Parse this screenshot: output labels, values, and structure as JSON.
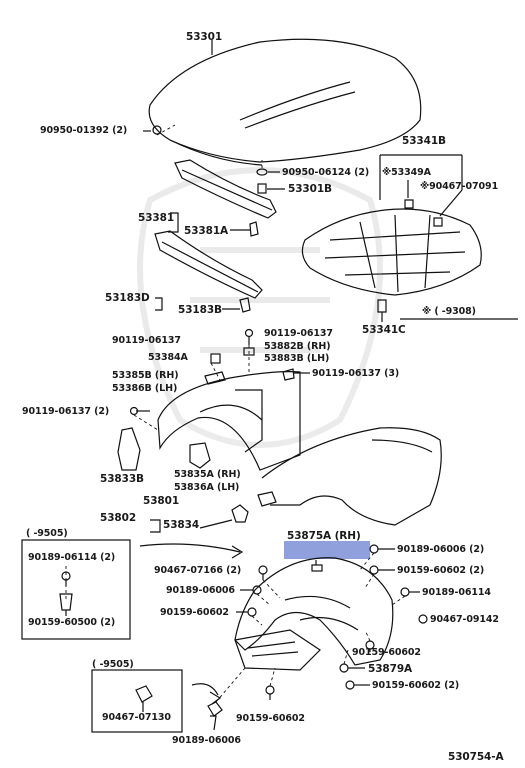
{
  "diagram_id": "530754-A",
  "labels": {
    "l53301": "53301",
    "l909500139": "90950-01392 (2)",
    "l909500612": "90950-06124 (2)",
    "l53301b": "53301B",
    "l53341b": "53341B",
    "l53349a": "※53349A",
    "l904670709": "※90467-07091",
    "l53381": "53381",
    "l53381a": "53381A",
    "l53183d": "53183D",
    "l53183b": "53183B",
    "l53341c": "53341C",
    "noteRange": "※ (      -9308)",
    "l901190613a": "90119-06137",
    "l901190613b": "90119-06137",
    "l53882b": "53882B (RH)",
    "l53883b": "53883B (LH)",
    "l53384a": "53384A",
    "l53385b": "53385B (RH)",
    "l53386b": "53386B (LH)",
    "l901190613c": "90119-06137 (3)",
    "l901190613d": "90119-06137 (2)",
    "l53833b": "53833B",
    "l53835a": "53835A (RH)",
    "l53836a": "53836A (LH)",
    "l53801": "53801",
    "l53802": "53802",
    "l53834": "53834",
    "l53875a": "53875A (RH)",
    "range1": "(      -9505)",
    "l901890611a": "90189-06114 (2)",
    "l901596050": "90159-60500 (2)",
    "l904670716": "90467-07166 (2)",
    "l901890600a": "90189-06006",
    "l901596060a": "90159-60602",
    "l901890600b": "90189-06006 (2)",
    "l901596060b": "90159-60602 (2)",
    "l901890611b": "90189-06114",
    "l904670914": "90467-09142",
    "l901596060c": "90159-60602",
    "l53879a": "53879A",
    "l901596060d": "90159-60602 (2)",
    "range2": "(      -9505)",
    "l904670713": "90467-07130",
    "l901596060e": "90159-60602",
    "l901890600c": "90189-06006"
  }
}
